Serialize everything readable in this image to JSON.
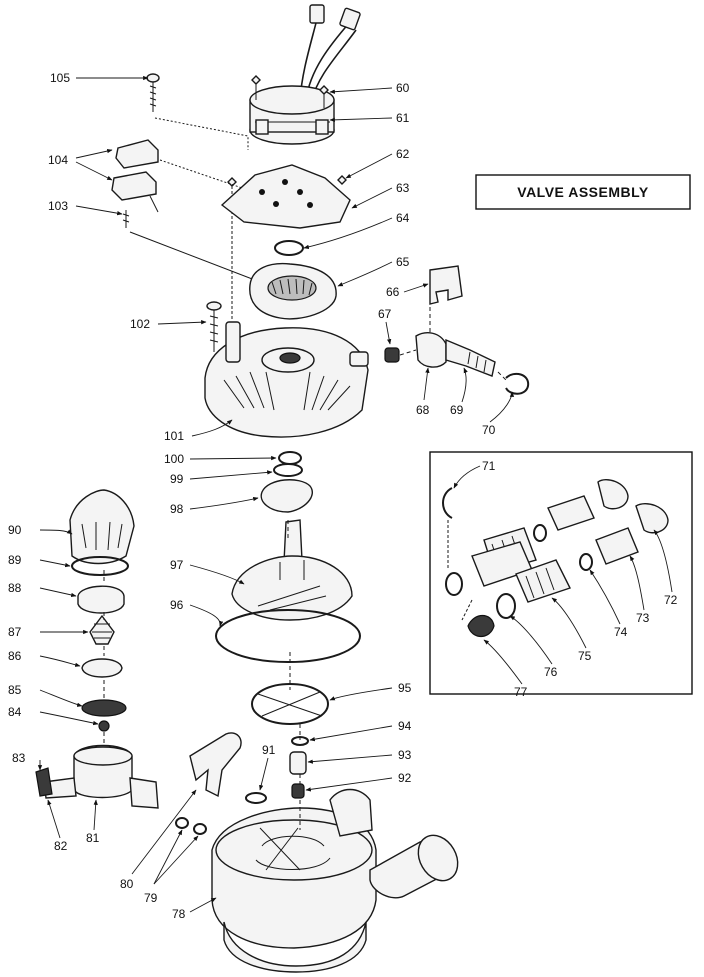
{
  "title": "VALVE ASSEMBLY",
  "callouts": {
    "c60": "60",
    "c61": "61",
    "c62": "62",
    "c63": "63",
    "c64": "64",
    "c65": "65",
    "c66": "66",
    "c67": "67",
    "c68": "68",
    "c69": "69",
    "c70": "70",
    "c71": "71",
    "c72": "72",
    "c73": "73",
    "c74": "74",
    "c75": "75",
    "c76": "76",
    "c77": "77",
    "c78": "78",
    "c79": "79",
    "c80": "80",
    "c81": "81",
    "c82": "82",
    "c83": "83",
    "c84": "84",
    "c85": "85",
    "c86": "86",
    "c87": "87",
    "c88": "88",
    "c89": "89",
    "c90": "90",
    "c91": "91",
    "c92": "92",
    "c93": "93",
    "c94": "94",
    "c95": "95",
    "c96": "96",
    "c97": "97",
    "c98": "98",
    "c99": "99",
    "c100": "100",
    "c101": "101",
    "c102": "102",
    "c103": "103",
    "c104": "104",
    "c105": "105"
  }
}
